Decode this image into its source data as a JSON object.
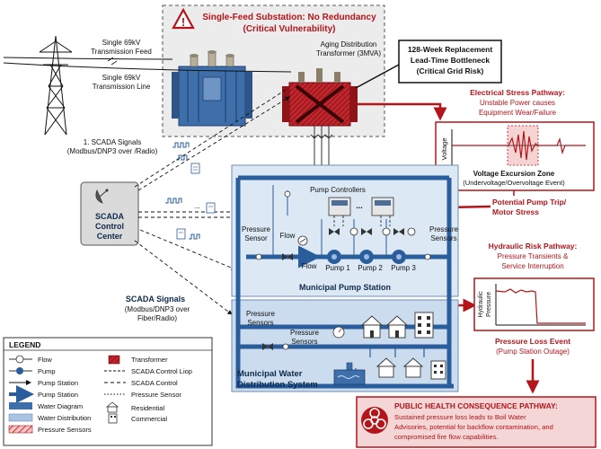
{
  "substation": {
    "title_line1": "Single-Feed Substation: No Redundancy",
    "title_line2": "(Critical Vulnerability)",
    "transformer_line1": "Aging Distribution",
    "transformer_line2": "Transformer (3MVA)"
  },
  "feed": {
    "feed_line1": "Single 69kV",
    "feed_line2": "Transmission Feed",
    "line_line1": "Single 69kV",
    "line_line2": "Transmission Line"
  },
  "bottleneck": {
    "line1": "128-Week Replacement",
    "line2": "Lead-Time Bottleneck",
    "line3": "(Critical Grid Risk)"
  },
  "electrical": {
    "title": "Electrical Stress Pathway:",
    "sub1": "Unstable Power causes",
    "sub2": "Equipment Wear/Failure",
    "axis_label": "Voltage",
    "zone_title": "Voltage Excursion Zone",
    "zone_sub": "(Undervoltage/Overvoltage Event)"
  },
  "pump_trip": {
    "line1": "Potential Pump Trip/",
    "line2": "Motor Stress"
  },
  "scada": {
    "signals1_line1": "1. SCADA Signals",
    "signals1_line2": "(Modbus/DNP3 over /Radio)",
    "center_line1": "SCADA",
    "center_line2": "Control",
    "center_line3": "Center",
    "signals2_title": "SCADA Signals",
    "signals2_line1": "(Modbus/DNP3 over",
    "signals2_line2": "Fiber/Radio)"
  },
  "pump_station": {
    "controllers": "Pump Controllers",
    "pressure_sensor_left1": "Pressure",
    "pressure_sensor_left2": "Sensor",
    "pressure_sensors_right1": "Pressure",
    "pressure_sensors_right2": "Sensors",
    "flow_top": "Flow",
    "flow_bottom": "Flow",
    "pump1": "Pump 1",
    "pump2": "Pump 2",
    "pump3": "Pump 3",
    "name": "Municipal Pump Station",
    "dots": "..."
  },
  "water": {
    "sensors1_line1": "Pressure",
    "sensors1_line2": "Sensors",
    "sensors2_line1": "Pressure",
    "sensors2_line2": "Sensors",
    "name_line1": "Municipal Water",
    "name_line2": "Distribution System"
  },
  "hydraulic": {
    "title": "Hydraulic Risk Pathway:",
    "sub1": "Pressure Transients &",
    "sub2": "Service Interruption",
    "axis_label1": "Hydraulic",
    "axis_label2": "Pressure",
    "loss_title": "Pressure Loss Event",
    "loss_sub": "(Pump Station Outage)"
  },
  "public_health": {
    "title": "PUBLIC HEALTH CONSEQUENCE PATHWAY:",
    "line1": "Sustained pressure loss leads to Boil Water",
    "line2": "Advisories, potential for backflow contamination, and",
    "line3": "compromised fire flow capabilities."
  },
  "legend": {
    "title": "LEGEND",
    "items": [
      {
        "label": "Flow",
        "symbol": "flow-meter-icon"
      },
      {
        "label": "Transformer",
        "symbol": "transformer-icon"
      },
      {
        "label": "Pump",
        "symbol": "pump-icon"
      },
      {
        "label": "SCADA Control Liop",
        "symbol": "scada-loop-icon"
      },
      {
        "label": "Pump Station",
        "symbol": "arrow-icon"
      },
      {
        "label": "SCADA Control",
        "symbol": "dashed-line-icon"
      },
      {
        "label": "Pump Station",
        "symbol": "double-arrow-icon"
      },
      {
        "label": "Pressure Sensor",
        "symbol": "dotted-line-icon"
      },
      {
        "label": "Water Diagram",
        "symbol": "water-swatch-icon"
      },
      {
        "label": "Residential",
        "symbol": "house-icon"
      },
      {
        "label": "Water Distribution",
        "symbol": "light-water-swatch-icon"
      },
      {
        "label": "Commercial",
        "symbol": "building-icon"
      },
      {
        "label": "Pressure Sensors",
        "symbol": "hatched-swatch-icon"
      }
    ]
  },
  "colors": {
    "critical_red": "#b3151b",
    "pipe_blue": "#2a5d9c",
    "station_fill": "#dce8f3",
    "navy_text": "#0f2a4a"
  }
}
